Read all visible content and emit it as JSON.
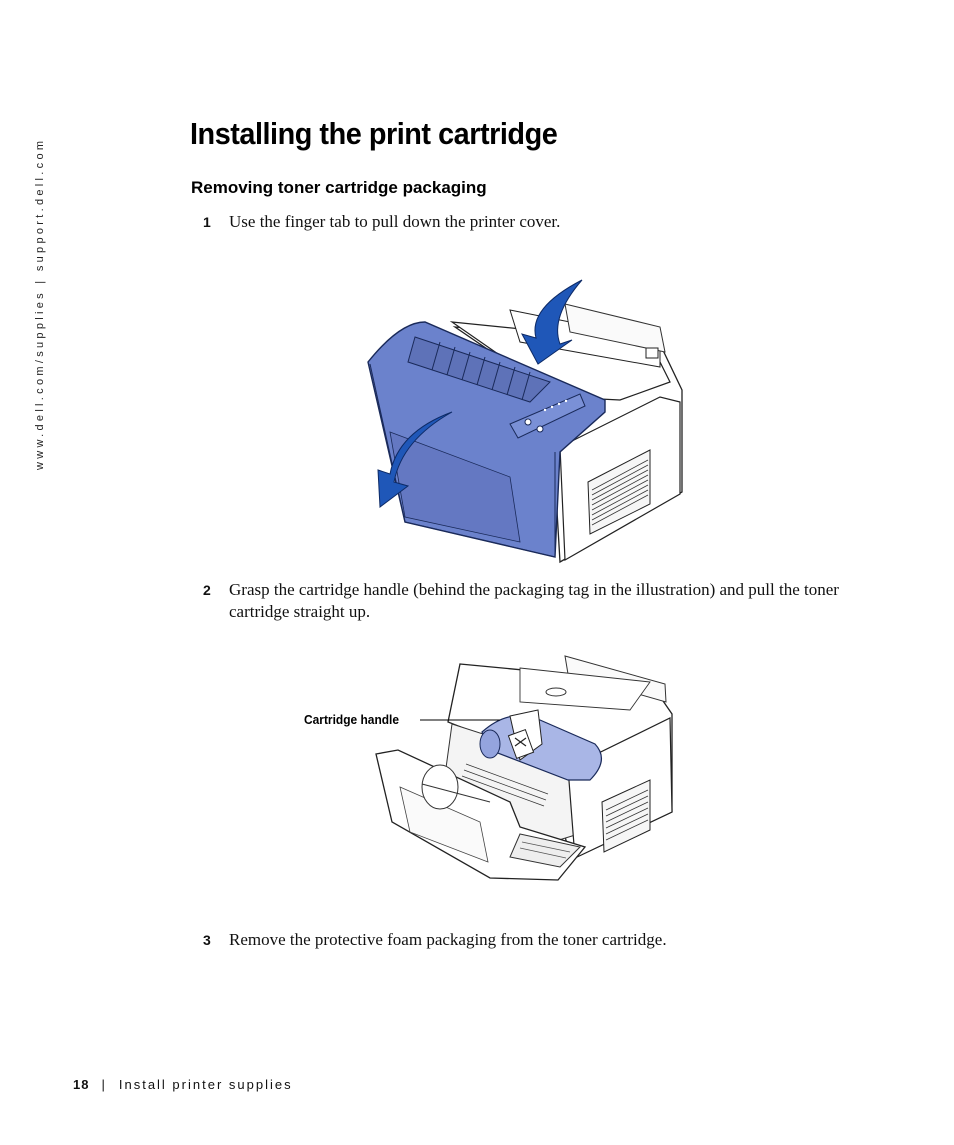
{
  "sidebar": {
    "url_text": "www.dell.com/supplies | support.dell.com"
  },
  "title": "Installing the print cartridge",
  "section_heading": "Removing toner cartridge packaging",
  "steps": [
    {
      "number": "1",
      "text": "Use the finger tab to pull down the printer cover."
    },
    {
      "number": "2",
      "text": "Grasp the cartridge handle (behind the packaging tag in the illustration) and pull the toner cartridge straight up."
    },
    {
      "number": "3",
      "text": "Remove the protective foam packaging from the toner cartridge."
    }
  ],
  "figure2": {
    "callout": "Cartridge handle"
  },
  "footer": {
    "page_number": "18",
    "separator": "|",
    "section": "Install printer supplies"
  },
  "colors": {
    "cover_blue": "#6b82cc",
    "arrow_blue": "#1f57b8",
    "cartridge_blue": "#a9b6e6"
  }
}
